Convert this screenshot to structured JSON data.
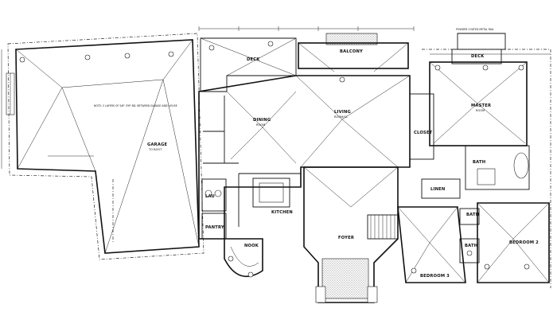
{
  "rooms": {
    "garage": {
      "name": "GARAGE",
      "sub": "TO BOOT"
    },
    "deck_left": {
      "name": "DECK"
    },
    "balcony": {
      "name": "BALCONY"
    },
    "deck_right": {
      "name": "DECK"
    },
    "master_room": {
      "name": "MASTER",
      "sub": "ROOM"
    },
    "living": {
      "name": "LIVING",
      "sub": "ROOM/CL"
    },
    "closet": {
      "name": "CLOSET"
    },
    "dining": {
      "name": "DINING",
      "sub": "ROOM"
    },
    "kitchen": {
      "name": "KITCHEN"
    },
    "nook": {
      "name": "NOOK"
    },
    "pantry": {
      "name": "PANTRY"
    },
    "laundry": {
      "name": "LAU"
    },
    "foyer": {
      "name": "FOYER"
    },
    "bath_top": {
      "name": "BATH"
    },
    "bath_mid": {
      "name": "BATH"
    },
    "bath_low": {
      "name": "BATH"
    },
    "bedroom2": {
      "name": "BEDROOM 2"
    },
    "bedroom3": {
      "name": "BEDROOM 3"
    },
    "linen": {
      "name": "LINEN"
    }
  },
  "notes": {
    "garage_note": "NOTE: 2 LAYERS OF 5/8\" GYP. BD. BETWEEN GARAGE AND HOUSE",
    "balcony_note": "BALCONY",
    "top_right_note": "POWDER COATED METAL RAIL",
    "foyer_note": "FOYER"
  }
}
